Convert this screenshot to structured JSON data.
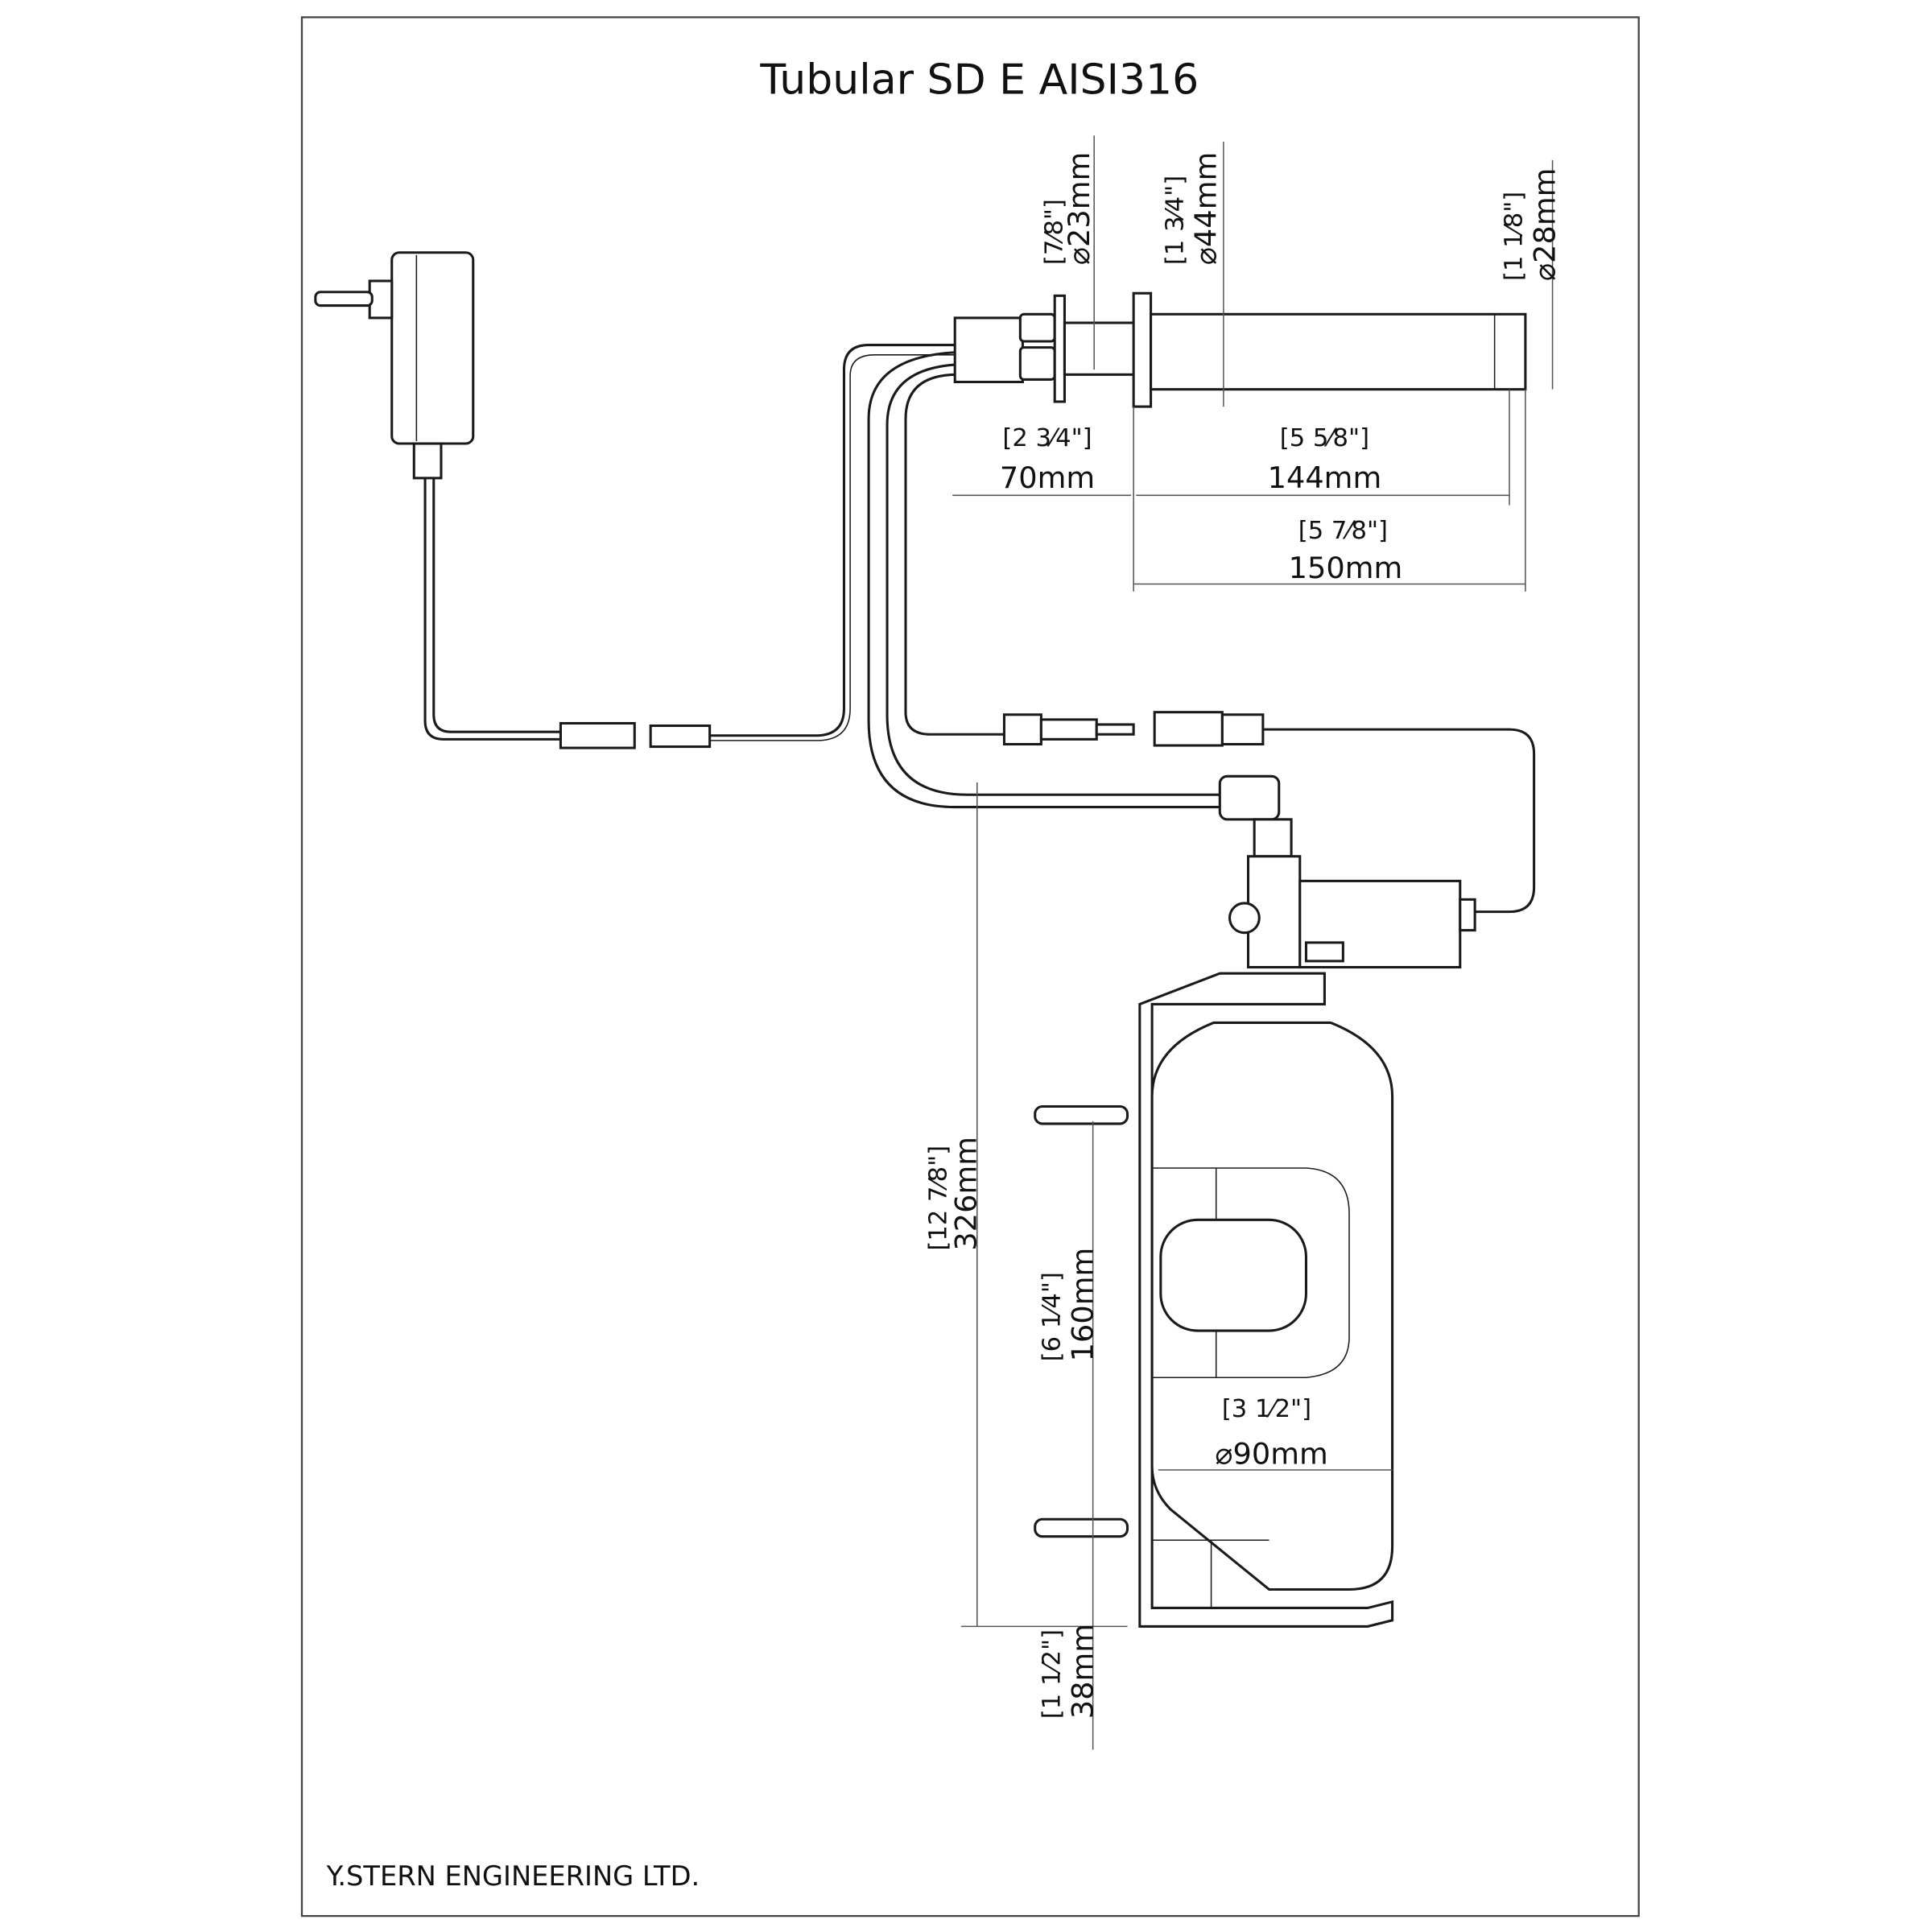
{
  "title": "Tubular SD E AISI316",
  "footer": "Y.STERN ENGINEERING LTD.",
  "dimensions": {
    "d23_in": "[7⁄8\"]",
    "d23_mm": "⌀23mm",
    "d44_in": "[1 3⁄4\"]",
    "d44_mm": "⌀44mm",
    "d28_in": "[1 1⁄8\"]",
    "d28_mm": "⌀28mm",
    "l70_in": "[2 3⁄4\"]",
    "l70_mm": "70mm",
    "l144_in": "[5 5⁄8\"]",
    "l144_mm": "144mm",
    "l150_in": "[5 7⁄8\"]",
    "l150_mm": "150mm",
    "h326_in": "[12 7⁄8\"]",
    "h326_mm": "326mm",
    "h160_in": "[6 1⁄4\"]",
    "h160_mm": "160mm",
    "h38_in": "[1 1⁄2\"]",
    "h38_mm": "38mm",
    "d90_in": "[3 1⁄2\"]",
    "d90_mm": "⌀90mm"
  }
}
